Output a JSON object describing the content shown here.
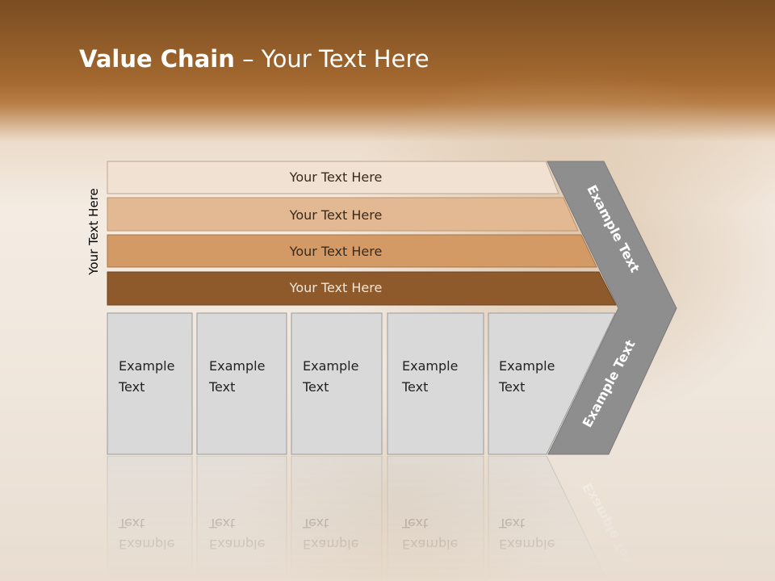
{
  "slide": {
    "title_bold": "Value Chain",
    "title_rest": " – Your Text Here",
    "side_label": "Your Text Here"
  },
  "bars": [
    {
      "label": "Your Text Here",
      "color": "#f1e1d3"
    },
    {
      "label": "Your Text Here",
      "color": "#e3b994"
    },
    {
      "label": "Your Text Here",
      "color": "#d39a66"
    },
    {
      "label": "Your Text Here",
      "color": "#8e5a2b"
    }
  ],
  "boxes": [
    {
      "line1": "Example",
      "line2": "Text"
    },
    {
      "line1": "Example",
      "line2": "Text"
    },
    {
      "line1": "Example",
      "line2": "Text"
    },
    {
      "line1": "Example",
      "line2": "Text"
    },
    {
      "line1": "Example",
      "line2": "Text"
    }
  ],
  "chevron": {
    "upper_label": "Example Text",
    "lower_label": "Example Text",
    "color": "#8e8e8e"
  },
  "colors": {
    "box_fill": "#d9d9d9",
    "box_stroke": "#9a9a9a"
  }
}
